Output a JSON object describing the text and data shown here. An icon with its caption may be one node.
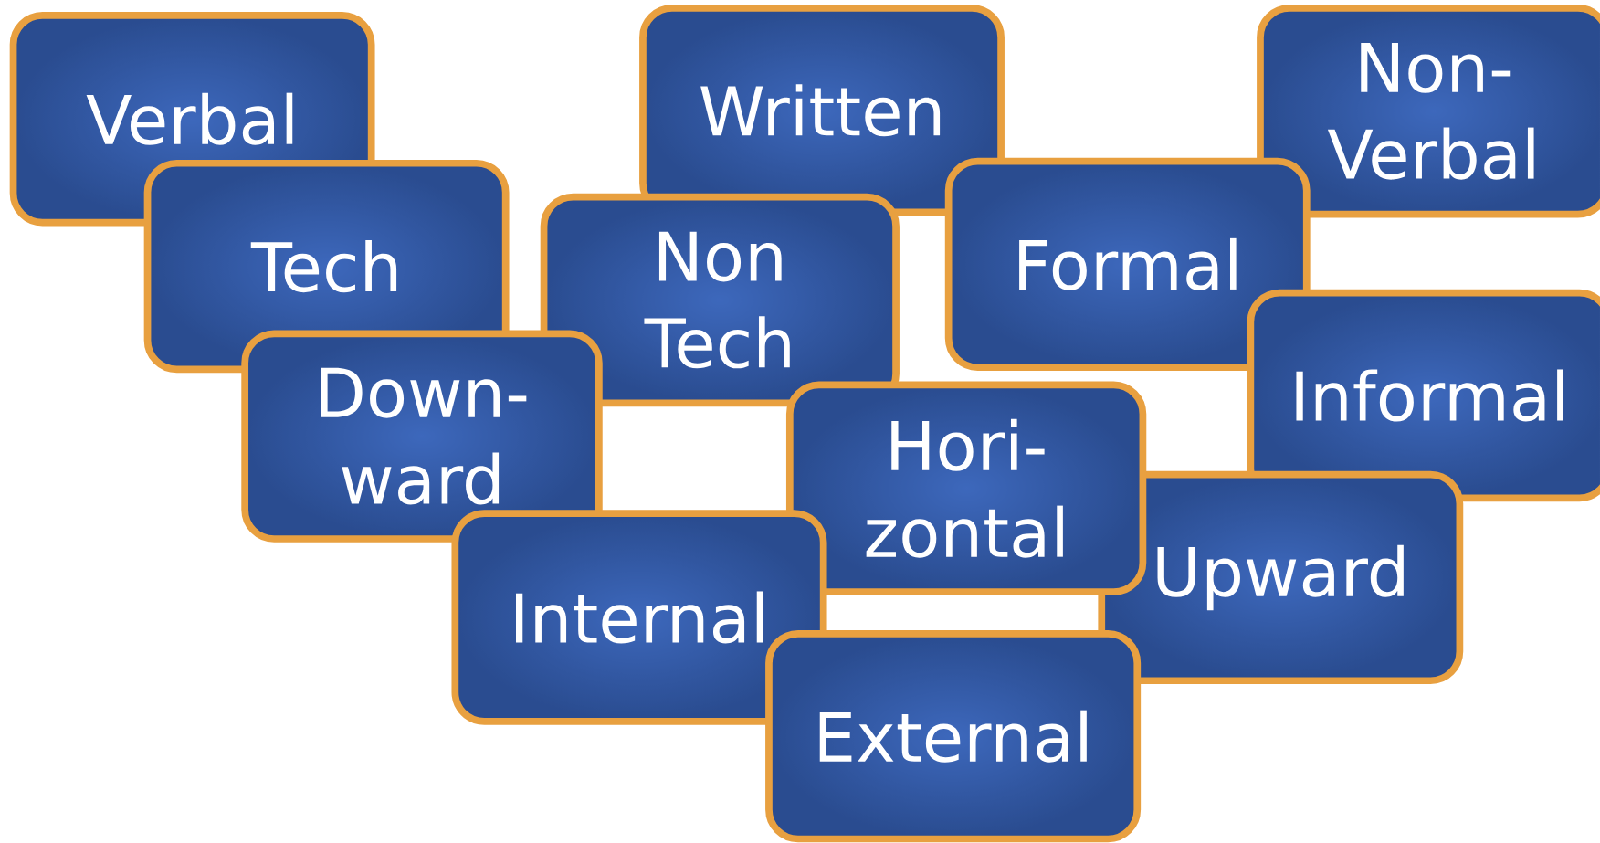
{
  "diagram": {
    "nodes": [
      {
        "text": [
          "Verbal"
        ]
      },
      {
        "text": [
          "Written"
        ]
      },
      {
        "text": [
          "Non-Verbal"
        ]
      },
      {
        "text": [
          "Tech"
        ]
      },
      {
        "text": [
          "Non Tech"
        ]
      },
      {
        "text": [
          "Formal"
        ]
      },
      {
        "text": [
          "Informal"
        ]
      },
      {
        "text": [
          "Down-ward"
        ]
      },
      {
        "text": [
          "Upward"
        ]
      },
      {
        "text": [
          "Hori-zontal"
        ]
      },
      {
        "text": [
          "Internal"
        ]
      },
      {
        "text": [
          "External"
        ]
      }
    ]
  }
}
